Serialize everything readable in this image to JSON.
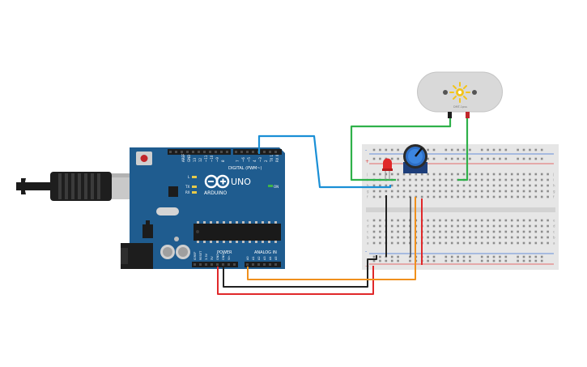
{
  "arduino": {
    "brand": "ARDUINO",
    "model": "UNO",
    "digital_label": "DIGITAL (PWM~)",
    "analog_label": "ANALOG IN",
    "power_label": "POWER",
    "on_label": "ON",
    "led_l": "L",
    "led_tx": "TX",
    "led_rx": "RX",
    "board_color": "#1f5c8f"
  },
  "motor": {
    "label": "DMT-1pss",
    "icon": "sun-icon"
  },
  "breadboard": {
    "plus": "+",
    "minus": "-",
    "row_letters_top": [
      "j",
      "i",
      "h",
      "g",
      "f"
    ],
    "row_letters_bottom": [
      "e",
      "d",
      "c",
      "b",
      "a"
    ]
  },
  "wire_colors": {
    "blue": "#1a8fd6",
    "green": "#2fb14a",
    "red": "#e0282a",
    "black": "#222222",
    "orange": "#f0901c"
  }
}
